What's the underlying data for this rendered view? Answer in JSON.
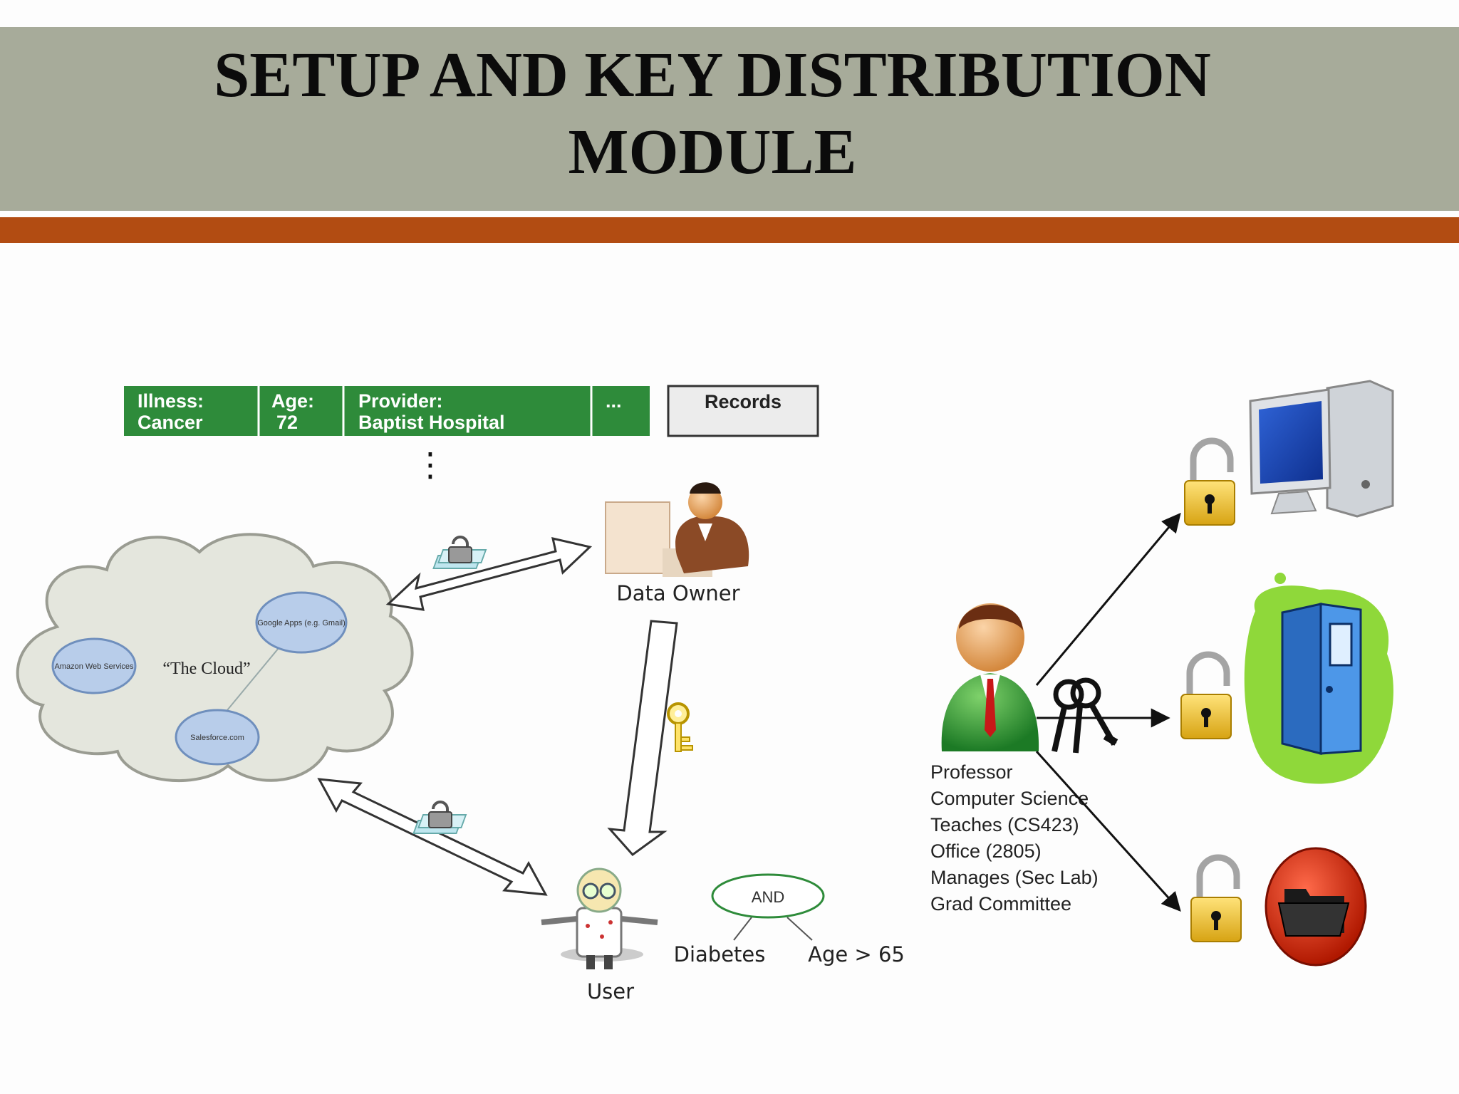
{
  "slide": {
    "title_line1": "SETUP  AND KEY DISTRIBUTION",
    "title_line2": "MODULE"
  },
  "record": {
    "cells": [
      {
        "line1": "Illness:",
        "line2": "Cancer"
      },
      {
        "line1": "Age:",
        "line2": "72"
      },
      {
        "line1": "Provider:",
        "line2": "Baptist Hospital"
      },
      {
        "line1": "...",
        "line2": ""
      }
    ],
    "records_label": "Records",
    "ellipsis": "⋮"
  },
  "cloud": {
    "label": "“The Cloud”",
    "services": [
      "Amazon Web Services",
      "Google Apps (e.g. Gmail)",
      "Salesforce.com"
    ]
  },
  "actors": {
    "data_owner": "Data Owner",
    "user": "User"
  },
  "policy": {
    "root": "AND",
    "leaves": [
      "Diabetes",
      "Age > 65"
    ]
  },
  "professor": {
    "attributes": [
      "Professor",
      "Computer Science",
      "Teaches (CS423)",
      "Office (2805)",
      "Manages (Sec Lab)",
      "Grad Committee"
    ]
  },
  "colors": {
    "title_band": "#a7ab9a",
    "accent_bar": "#b24c12",
    "record_green": "#2e8b3a",
    "cloud_fill": "#e4e6dd",
    "service_blue": "#b8cdea"
  }
}
